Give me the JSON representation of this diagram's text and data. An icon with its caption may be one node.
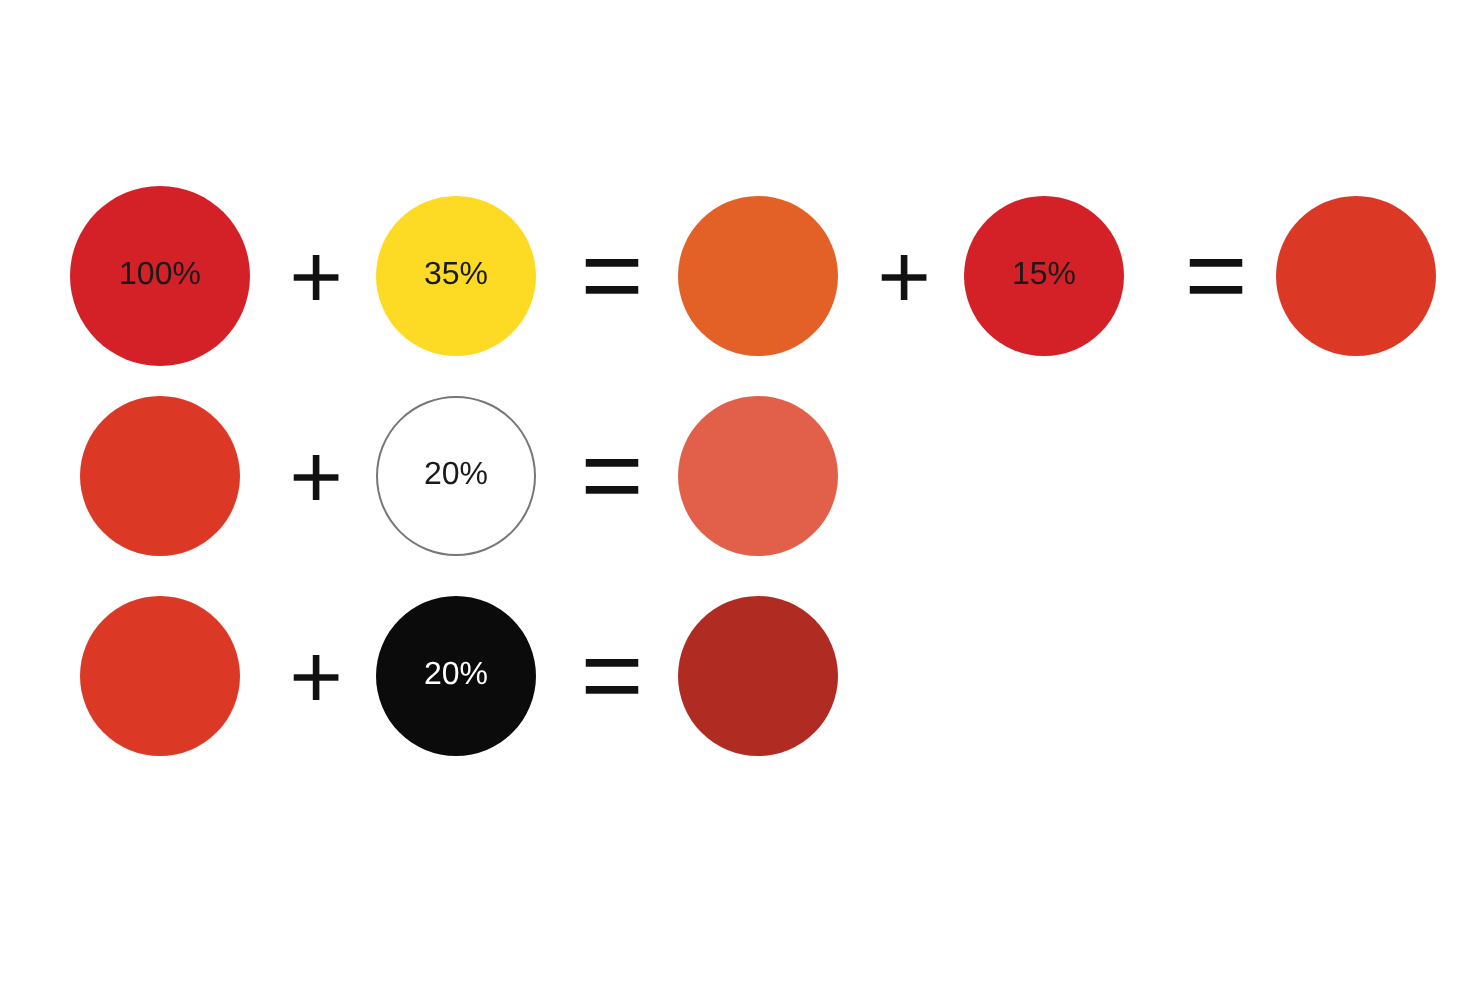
{
  "diagram": {
    "nodes": [
      {
        "text": [
          "100%"
        ]
      },
      {
        "text": [
          "35%"
        ]
      },
      {
        "text": [],
        "shape": "circle"
      },
      {
        "text": [
          "15%"
        ]
      },
      {
        "text": [],
        "shape": "circle"
      },
      {
        "text": [],
        "shape": "circle"
      },
      {
        "text": [
          "20%"
        ]
      },
      {
        "text": [],
        "shape": "circle"
      },
      {
        "text": [],
        "shape": "circle"
      },
      {
        "text": [
          "20%"
        ]
      },
      {
        "text": [],
        "shape": "circle"
      }
    ],
    "labels": [
      "+",
      "=",
      "+",
      "=",
      "+",
      "=",
      "+",
      "="
    ]
  }
}
